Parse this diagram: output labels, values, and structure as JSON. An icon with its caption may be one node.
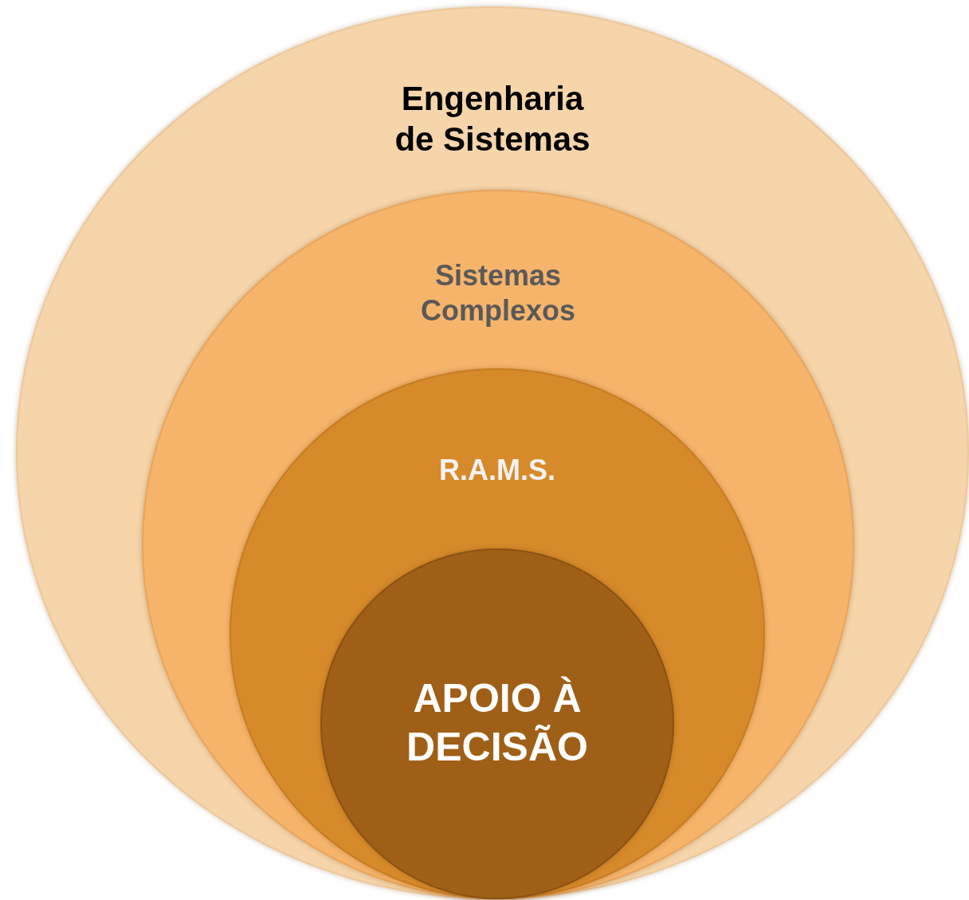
{
  "diagram": {
    "nodes": [
      {
        "text": [
          "Engenharia de Sistemas"
        ]
      },
      {
        "text": [
          "Sistemas Complexos"
        ],
        "in": 0
      },
      {
        "text": [
          "R.A.M.S."
        ],
        "in": 1
      },
      {
        "text": [
          "APOIO À DECISÃO"
        ],
        "in": 2
      }
    ]
  }
}
